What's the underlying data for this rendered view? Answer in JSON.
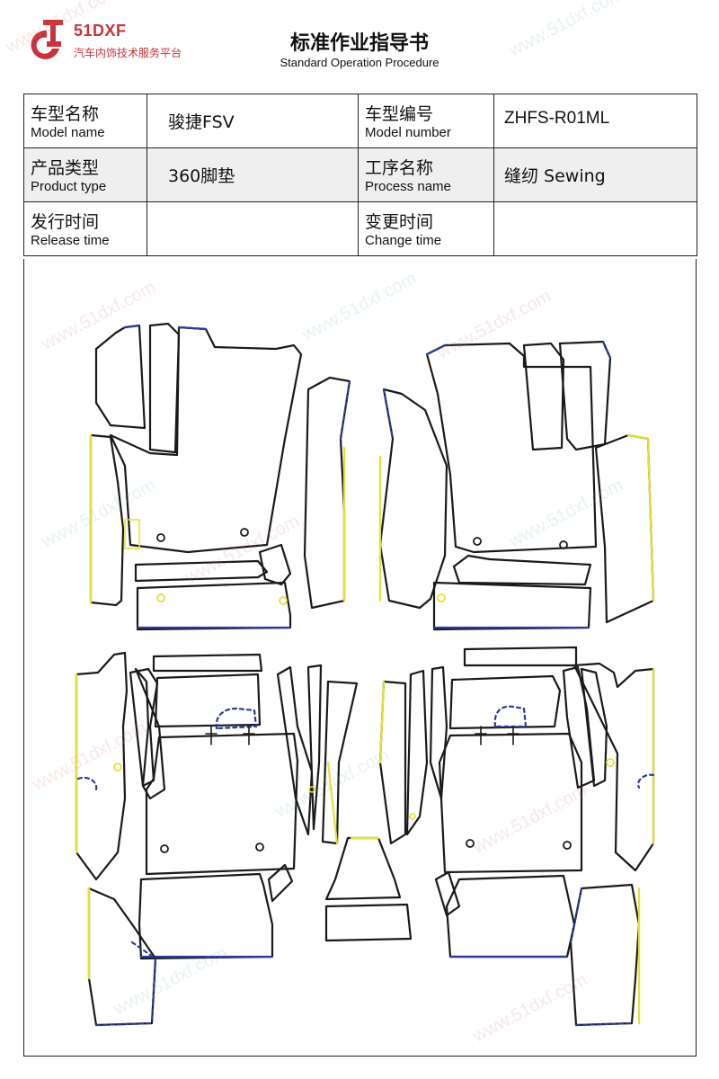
{
  "header": {
    "logo_brand": "51DXF",
    "logo_tagline": "汽车内饰技术服务平台",
    "title": "标准作业指导书",
    "subtitle": "Standard Operation Procedure"
  },
  "info_table": {
    "model_name_cn": "车型名称",
    "model_name_en": "Model name",
    "model_name_value": "骏捷FSV",
    "model_number_cn": "车型编号",
    "model_number_en": "Model number",
    "model_number_value": "ZHFS-R01ML",
    "product_type_cn": "产品类型",
    "product_type_en": "Product type",
    "product_type_value": "360脚垫",
    "process_name_cn": "工序名称",
    "process_name_en": "Process name",
    "process_name_value": "缝纫 Sewing",
    "release_time_cn": "发行时间",
    "release_time_en": "Release time",
    "release_time_value": "",
    "change_time_cn": "变更时间",
    "change_time_en": "Change time",
    "change_time_value": ""
  },
  "watermark_text": "www.51dxf.com",
  "colors": {
    "brand": "#c8343c",
    "outline": "#1a1a1a",
    "edge_blue": "#2a3c9a",
    "edge_yellow": "#e6e033"
  },
  "drawing": {
    "icons": [
      "floor-mat-pattern-pieces"
    ]
  }
}
